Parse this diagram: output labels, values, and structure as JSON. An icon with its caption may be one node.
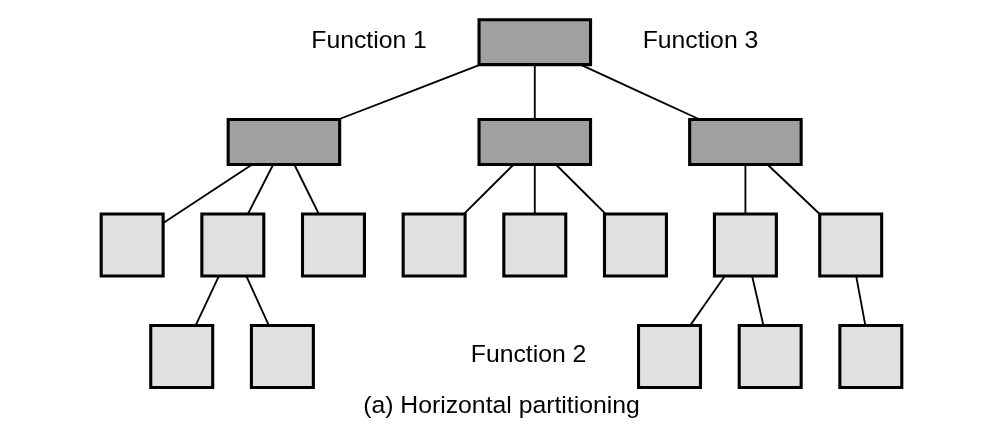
{
  "diagram": {
    "caption": "(a) Horizontal partitioning",
    "nodes": [
      {
        "text": [],
        "shape": "box"
      },
      {
        "text": [],
        "shape": "box"
      },
      {
        "text": [],
        "shape": "box"
      },
      {
        "text": [],
        "shape": "box"
      },
      {
        "text": [],
        "shape": "box"
      },
      {
        "text": [],
        "shape": "box"
      },
      {
        "text": [],
        "shape": "box"
      },
      {
        "text": [],
        "shape": "box"
      },
      {
        "text": [],
        "shape": "box"
      },
      {
        "text": [],
        "shape": "box"
      },
      {
        "text": [],
        "shape": "box"
      },
      {
        "text": [],
        "shape": "box"
      },
      {
        "text": [],
        "shape": "box"
      },
      {
        "text": [],
        "shape": "box"
      },
      {
        "text": [],
        "shape": "box"
      },
      {
        "text": [],
        "shape": "box"
      },
      {
        "text": [],
        "shape": "box"
      }
    ],
    "edges": [
      {
        "from": 0,
        "to": 1,
        "arrow": "none"
      },
      {
        "from": 0,
        "to": 2,
        "arrow": "none"
      },
      {
        "from": 0,
        "to": 3,
        "arrow": "none"
      },
      {
        "from": 1,
        "to": 4,
        "arrow": "none"
      },
      {
        "from": 1,
        "to": 5,
        "arrow": "none"
      },
      {
        "from": 1,
        "to": 6,
        "arrow": "none"
      },
      {
        "from": 2,
        "to": 7,
        "arrow": "none"
      },
      {
        "from": 2,
        "to": 8,
        "arrow": "none"
      },
      {
        "from": 2,
        "to": 9,
        "arrow": "none"
      },
      {
        "from": 3,
        "to": 10,
        "arrow": "none"
      },
      {
        "from": 3,
        "to": 11,
        "arrow": "none"
      },
      {
        "from": 5,
        "to": 12,
        "arrow": "none"
      },
      {
        "from": 5,
        "to": 13,
        "arrow": "none"
      },
      {
        "from": 10,
        "to": 14,
        "arrow": "none"
      },
      {
        "from": 10,
        "to": 15,
        "arrow": "none"
      },
      {
        "from": 11,
        "to": 16,
        "arrow": "none"
      }
    ],
    "labels": [
      "Function 1",
      "Function 3",
      "Function 2"
    ]
  }
}
